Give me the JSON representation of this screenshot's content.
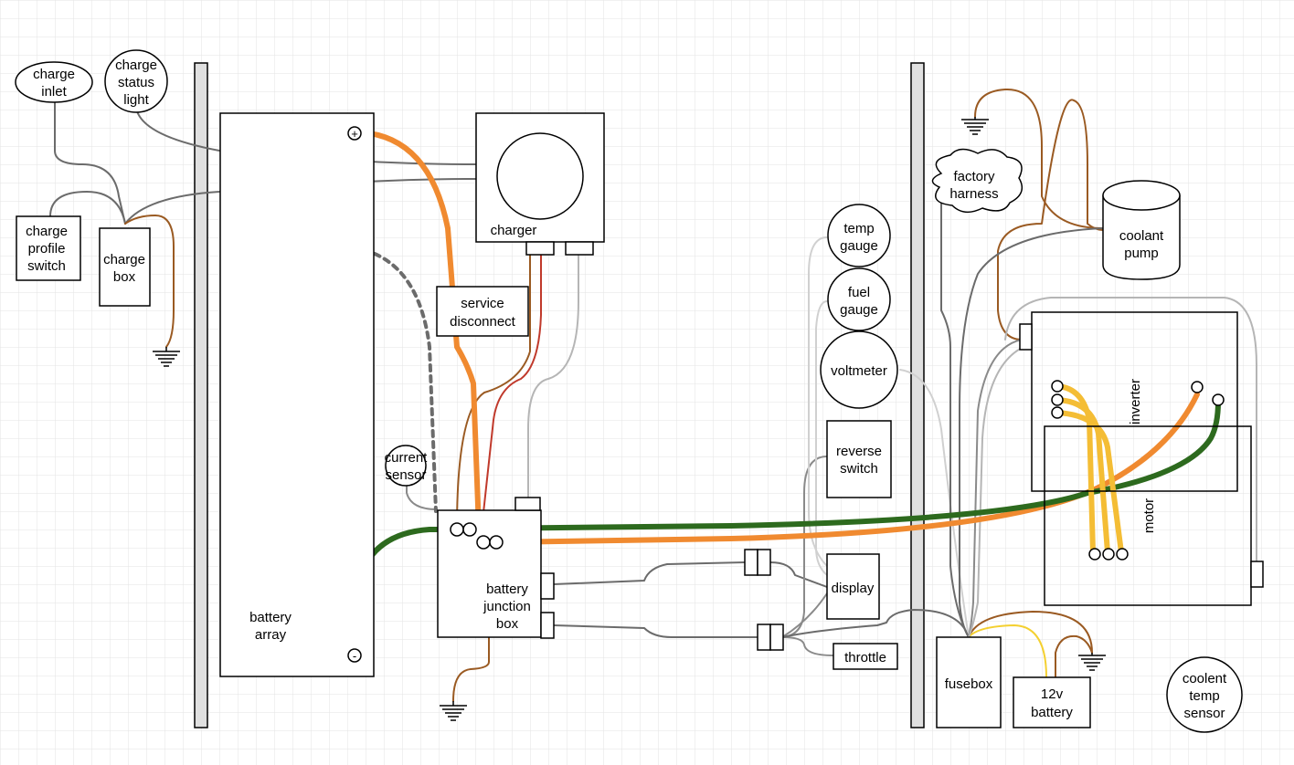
{
  "labels": {
    "charge_inlet": [
      "charge",
      "inlet"
    ],
    "charge_status_light": [
      "charge",
      "status",
      "light"
    ],
    "charge_profile_switch": [
      "charge",
      "profile",
      "switch"
    ],
    "charge_box": [
      "charge",
      "box"
    ],
    "battery_array": [
      "battery",
      "array"
    ],
    "charger": "charger",
    "service_disconnect": [
      "service",
      "disconnect"
    ],
    "current_sensor": [
      "current",
      "sensor"
    ],
    "battery_junction_box": [
      "battery",
      "junction",
      "box"
    ],
    "temp_gauge": [
      "temp",
      "gauge"
    ],
    "fuel_gauge": [
      "fuel",
      "gauge"
    ],
    "voltmeter": "voltmeter",
    "reverse_switch": [
      "reverse",
      "switch"
    ],
    "display": "display",
    "throttle": "throttle",
    "factory_harness": [
      "factory",
      "harness"
    ],
    "coolant_pump": [
      "coolant",
      "pump"
    ],
    "inverter": "inverter",
    "motor": "motor",
    "fusebox": "fusebox",
    "battery_12v": [
      "12v",
      "battery"
    ],
    "coolant_temp_sensor": [
      "coolent",
      "temp",
      "sensor"
    ],
    "plus_terminal": "+",
    "minus_terminal": "-"
  },
  "colors": {
    "grid": "#e3e3e3",
    "gray_wire": "#6b6b6b",
    "light_gray_wire": "#b5b5b5",
    "lighter_gray_wire": "#d0d0d0",
    "brown_wire": "#9a5a22",
    "red_wire": "#c0392b",
    "orange_wire": "#f08a30",
    "green_wire": "#2d6a1e",
    "yellow_wire": "#f4bd35",
    "wall_fill": "#e0e0e0"
  }
}
